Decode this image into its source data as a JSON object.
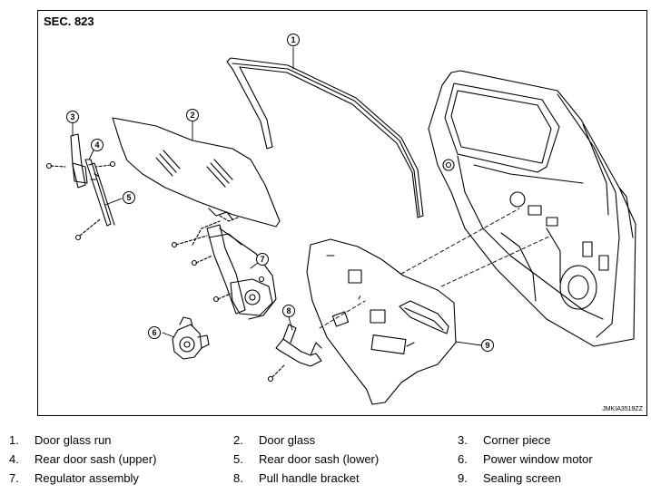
{
  "figure": {
    "section_label": "SEC. 823",
    "figure_code": "JMKIA3519ZZ",
    "callouts": [
      "1",
      "2",
      "3",
      "4",
      "5",
      "6",
      "7",
      "8",
      "9"
    ]
  },
  "legend": {
    "items": [
      {
        "num": "1.",
        "label": "Door glass run"
      },
      {
        "num": "2.",
        "label": "Door glass"
      },
      {
        "num": "3.",
        "label": "Corner piece"
      },
      {
        "num": "4.",
        "label": "Rear door sash (upper)"
      },
      {
        "num": "5.",
        "label": "Rear door sash (lower)"
      },
      {
        "num": "6.",
        "label": "Power window motor"
      },
      {
        "num": "7.",
        "label": "Regulator assembly"
      },
      {
        "num": "8.",
        "label": "Pull handle bracket"
      },
      {
        "num": "9.",
        "label": "Sealing screen"
      }
    ]
  }
}
